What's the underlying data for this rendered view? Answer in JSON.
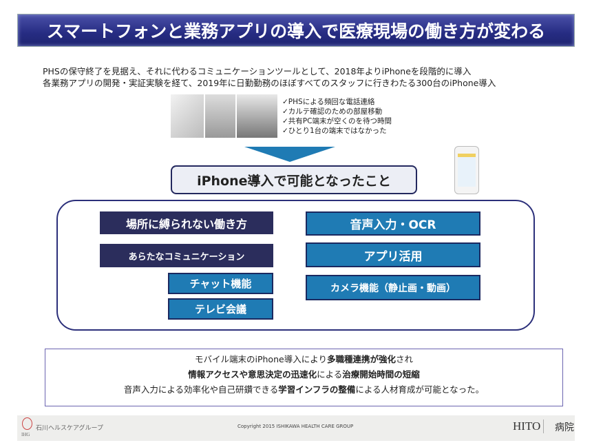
{
  "title": "スマートフォンと業務アプリの導入で医療現場の働き方が変わる",
  "intro": [
    "PHSの保守終了を見据え、それに代わるコミュニケーションツールとして、2018年よりiPhoneを段階的に導入",
    "各業務アプリの開発・実証実験を経て、2019年に日勤勤務のほぼすべてのスタッフに行きわたる300台のiPhone導入"
  ],
  "issues": [
    "✓PHSによる頻回な電話連絡",
    "✓カルテ確認のための部屋移動",
    "✓共有PC端末が空くのを待つ時間",
    "✓ひとり1台の端末ではなかった"
  ],
  "result_heading": "iPhone導入で可能となったこと",
  "left_items": [
    "場所に縛られない働き方",
    "あらたなコミュニケーション",
    "チャット機能",
    "テレビ会議"
  ],
  "right_items": [
    "音声入力・OCR",
    "アプリ活用",
    "カメラ機能（静止画・動画）"
  ],
  "summary": {
    "l1": [
      "モバイル端末のiPhone導入により",
      "多職種連携が強化",
      "され"
    ],
    "l2": [
      "情報アクセスや意思決定の迅速化",
      "による",
      "治療開始時間の短縮"
    ],
    "l3": [
      "音声入力による効率化や自己研鑽できる",
      "学習インフラの整備",
      "による人材育成が可能となった。"
    ]
  },
  "footer": {
    "group": "石川ヘルスケアグループ",
    "logo": "IHG",
    "copyright": "Copyright 2015 ISHIKAWA HEALTH CARE GROUP",
    "hospital_latin": "HITO",
    "hospital_jp": "病院"
  }
}
